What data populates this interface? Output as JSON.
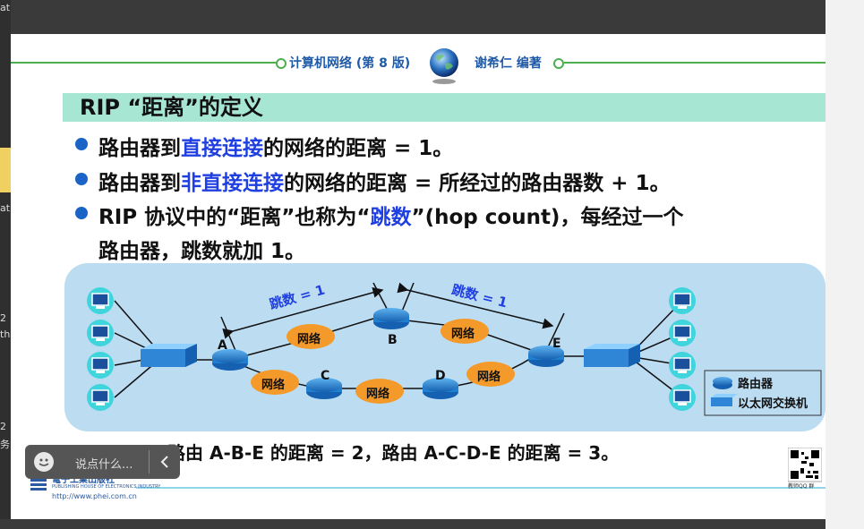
{
  "header": {
    "book_title": "计算机网络 (第 8 版)",
    "author": "谢希仁 编著"
  },
  "slide": {
    "title": "RIP “距离”的定义",
    "bullets": [
      {
        "pre": "路由器到",
        "hl": "直接连接",
        "post": "的网络的距离 = 1。"
      },
      {
        "pre": "路由器到",
        "hl": "非直接连接",
        "post": "的网络的距离 = 所经过的路由器数 + 1。"
      },
      {
        "pre": "RIP 协议中的“距离”也称为“",
        "hl": "跳数",
        "post": "”(hop count)，每经过一个"
      }
    ],
    "bullet3_cont": "路由器，跳数就加 1。",
    "bottom_text": "路由 A-B-E 的距离 = 2，路由 A-C-D-E 的距离 = 3。"
  },
  "diagram": {
    "hop_label": "跳数 = 1",
    "network_label": "网络",
    "nodes": [
      "A",
      "B",
      "C",
      "D",
      "E"
    ],
    "legend_router": "路由器",
    "legend_switch": "以太网交换机",
    "colors": {
      "router": "#1f7fd0",
      "cloud": "#f39a2b",
      "switch": "#2f86d6",
      "host": "#40d4dc"
    }
  },
  "publisher": {
    "name": "電子工業出版社",
    "sub": "PUBLISHING HOUSE OF ELECTRONICS INDUSTRY",
    "url": "http://www.phei.com.cn"
  },
  "qr_caption": "教师QQ 群",
  "chat": {
    "placeholder": "说点什么..."
  },
  "left_fragments": [
    "at",
    "at",
    "2",
    "th",
    "2",
    "务"
  ]
}
